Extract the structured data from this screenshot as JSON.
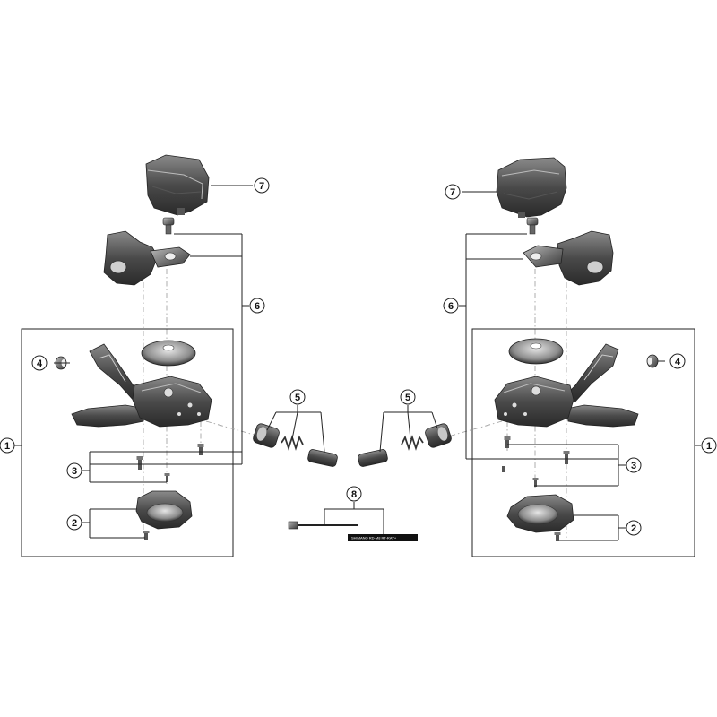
{
  "diagram": {
    "callouts": {
      "c1": "1",
      "c2": "2",
      "c3": "3",
      "c4": "4",
      "c5": "5",
      "c6": "6",
      "c7": "7",
      "c8": "8"
    },
    "cable_label": "SHIMANO RD-M8 RT-RAY+"
  },
  "colors": {
    "part_dark": "#3b3b3b",
    "part_mid": "#6e6e6e",
    "part_light": "#a8a8a8",
    "line": "#222222",
    "background": "#ffffff"
  }
}
